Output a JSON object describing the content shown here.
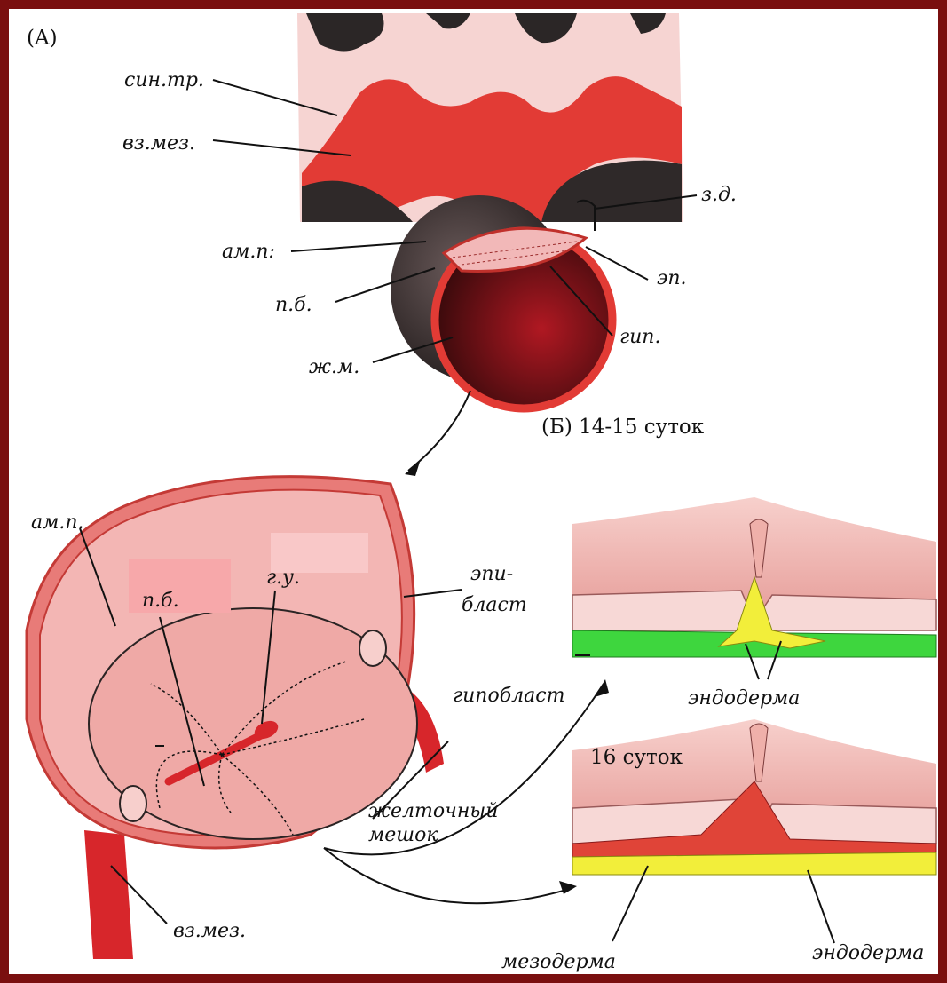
{
  "panel_a": {
    "marker": "(A)",
    "labels": {
      "syn_tr": "син.тр.",
      "vz_mez": "вз.мез.",
      "z_d": "з.д.",
      "am_p": "ам.п:",
      "ep": "эп.",
      "p_b": "п.б.",
      "gip": "гип.",
      "zh_m": "ж.м."
    }
  },
  "panel_b": {
    "caption": "(Б)  14-15 суток",
    "labels": {
      "am_p": "ам.п.",
      "p_b": "п.б.",
      "g_u": "г.у.",
      "epiblast_1": "эпи-",
      "epiblast_2": "бласт",
      "hypoblast": "гипобласт",
      "endoderm_top": "эндодерма",
      "yolk_1": "желточный",
      "yolk_2": "мешок",
      "vz_mez": "вз.мез.",
      "mesoderm": "мезодерма",
      "endoderm_bottom": "эндодерма"
    }
  },
  "stage_16": {
    "caption": "16 суток"
  },
  "colors": {
    "frame": "#7a0f0f",
    "red": "#d7262b",
    "pink": "#f2b8b8",
    "dark": "#2b2424",
    "green": "#3ed63e",
    "yellow": "#f2ee3a"
  }
}
